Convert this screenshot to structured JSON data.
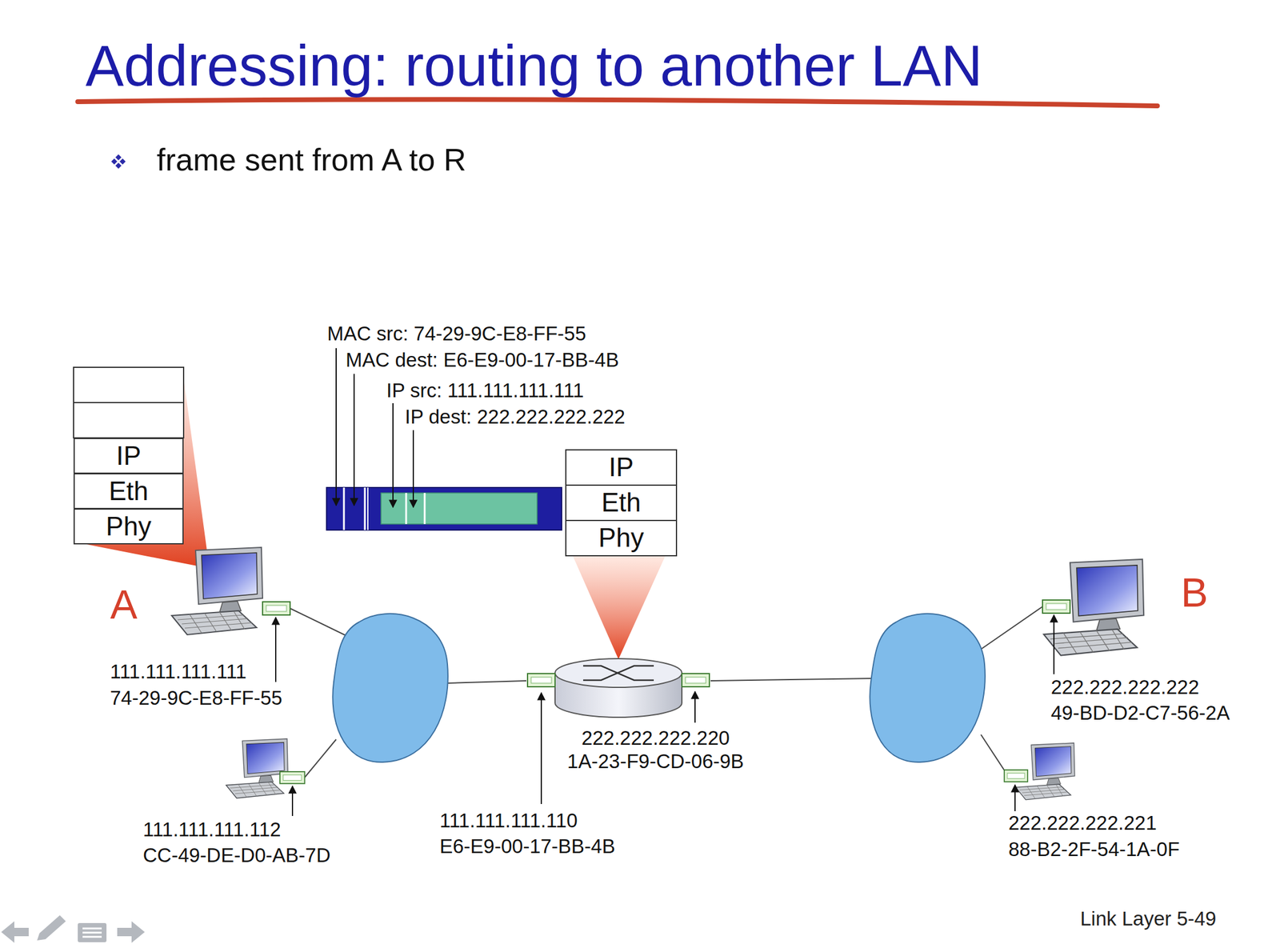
{
  "diagram": {
    "title": "Addressing: routing to another LAN",
    "nodes": [
      {
        "text": [
          "IP"
        ]
      },
      {
        "text": [
          "Eth"
        ]
      },
      {
        "text": [
          "Phy"
        ]
      },
      {
        "text": [
          "IP"
        ]
      },
      {
        "text": [
          "Eth"
        ]
      },
      {
        "text": [
          "Phy"
        ]
      }
    ],
    "labels": [
      "frame sent from A to R",
      "MAC src: 74-29-9C-E8-FF-55",
      "MAC dest: E6-E9-00-17-BB-4B",
      "IP src: 111.111.111.111",
      "IP dest: 222.222.222.222",
      "A",
      "111.111.111.111",
      "74-29-9C-E8-FF-55",
      "111.111.111.112",
      "CC-49-DE-D0-AB-7D",
      "111.111.111.110",
      "E6-E9-00-17-BB-4B",
      "222.222.222.220",
      "1A-23-F9-CD-06-9B",
      "B",
      "222.222.222.222",
      "49-BD-D2-C7-56-2A",
      "222.222.222.221",
      "88-B2-2F-54-1A-0F",
      "Link Layer 5-49"
    ]
  }
}
